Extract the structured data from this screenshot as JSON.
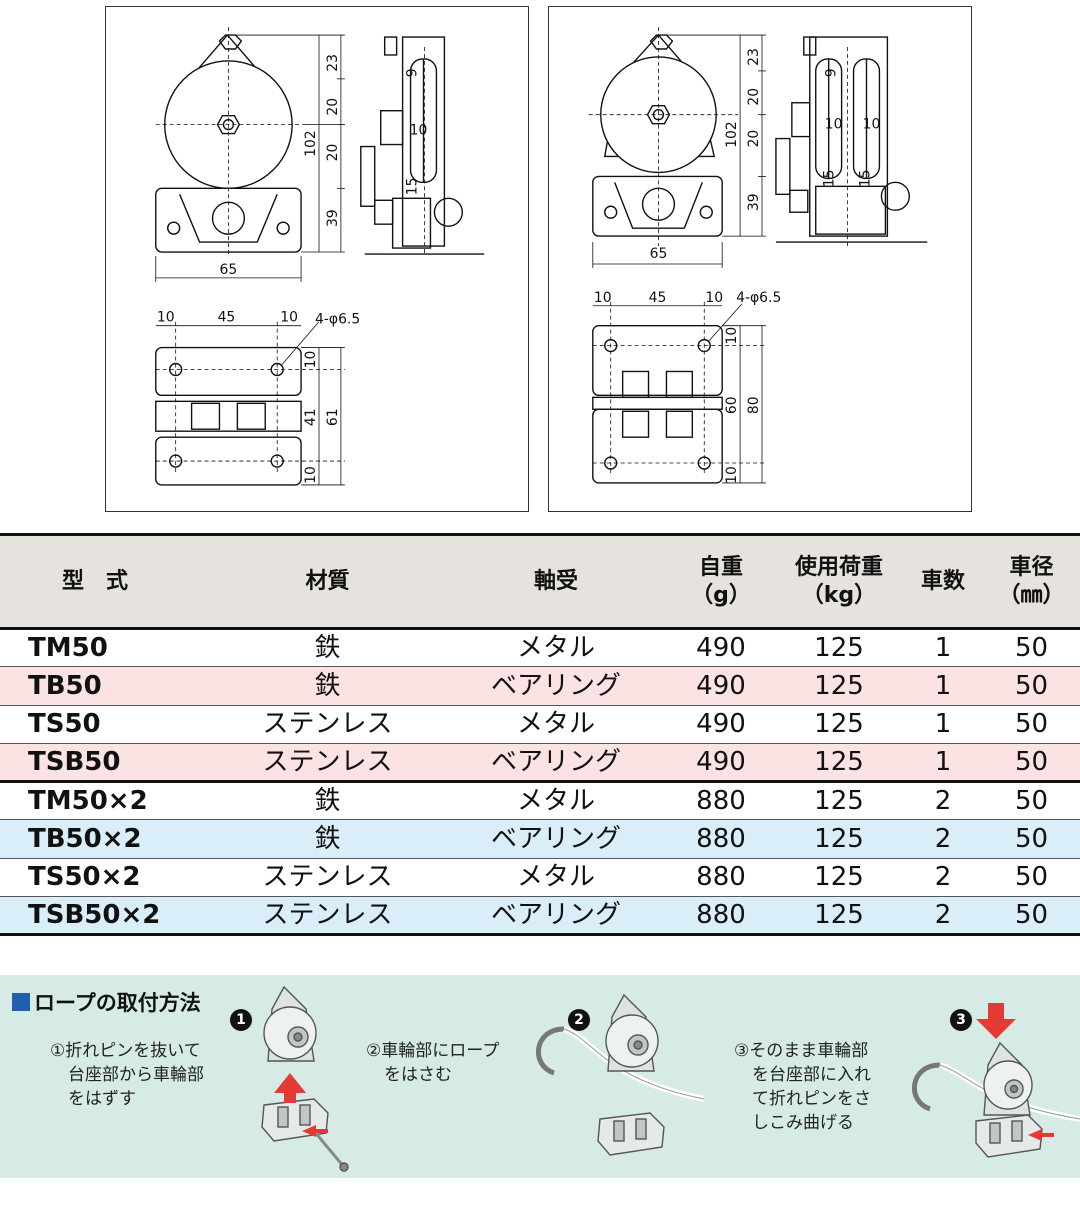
{
  "drawings": {
    "single": {
      "dims_right": [
        "23",
        "20",
        "20",
        "39"
      ],
      "dim_total": "102",
      "dim_groove": "9",
      "dim_width": "10",
      "dim_lower": "15",
      "dim_base_width": "65",
      "dim_holes": [
        "10",
        "45",
        "10"
      ],
      "hole_note": "4-φ6.5",
      "dims_plan": [
        "10",
        "41",
        "10"
      ],
      "dim_plan_total": "61"
    },
    "double": {
      "dims_right": [
        "23",
        "20",
        "20",
        "39"
      ],
      "dim_total": "102",
      "dim_groove": "9",
      "dim_width": [
        "10",
        "10"
      ],
      "dim_lower": [
        "15",
        "15"
      ],
      "dim_base_width": "65",
      "dim_holes": [
        "10",
        "45",
        "10"
      ],
      "hole_note": "4-φ6.5",
      "dims_plan": [
        "10",
        "60",
        "10"
      ],
      "dim_plan_total": "80"
    }
  },
  "table": {
    "headers": {
      "model": "型　式",
      "material": "材質",
      "bearing": "軸受",
      "weight": "自重",
      "weight_unit": "（g）",
      "load": "使用荷重",
      "load_unit": "（kg）",
      "wheels": "車数",
      "diameter": "車径",
      "diameter_unit": "（㎜）"
    },
    "rows": [
      {
        "model": "TM50",
        "material": "鉄",
        "bearing": "メタル",
        "weight": "490",
        "load": "125",
        "wheels": "1",
        "diameter": "50"
      },
      {
        "model": "TB50",
        "material": "鉄",
        "bearing": "ベアリング",
        "weight": "490",
        "load": "125",
        "wheels": "1",
        "diameter": "50"
      },
      {
        "model": "TS50",
        "material": "ステンレス",
        "bearing": "メタル",
        "weight": "490",
        "load": "125",
        "wheels": "1",
        "diameter": "50"
      },
      {
        "model": "TSB50",
        "material": "ステンレス",
        "bearing": "ベアリング",
        "weight": "490",
        "load": "125",
        "wheels": "1",
        "diameter": "50"
      },
      {
        "model": "TM50×2",
        "material": "鉄",
        "bearing": "メタル",
        "weight": "880",
        "load": "125",
        "wheels": "2",
        "diameter": "50"
      },
      {
        "model": "TB50×2",
        "material": "鉄",
        "bearing": "ベアリング",
        "weight": "880",
        "load": "125",
        "wheels": "2",
        "diameter": "50"
      },
      {
        "model": "TS50×2",
        "material": "ステンレス",
        "bearing": "メタル",
        "weight": "880",
        "load": "125",
        "wheels": "2",
        "diameter": "50"
      },
      {
        "model": "TSB50×2",
        "material": "ステンレス",
        "bearing": "ベアリング",
        "weight": "880",
        "load": "125",
        "wheels": "2",
        "diameter": "50"
      }
    ],
    "colors": {
      "pink_row": "#fbe3e3",
      "blue_row": "#d9eef8",
      "header_bg": "#e6e2dd"
    }
  },
  "rope": {
    "title": "ロープの取付方法",
    "steps": [
      {
        "badge": "❶",
        "lines": [
          "①折れピンを抜いて",
          "台座部から車輪部",
          "をはずす"
        ]
      },
      {
        "badge": "❷",
        "lines": [
          "②車輪部にロープ",
          "をはさむ"
        ]
      },
      {
        "badge": "❸",
        "lines": [
          "③そのまま車輪部",
          "を台座部に入れ",
          "て折れピンをさ",
          "しこみ曲げる"
        ]
      }
    ],
    "colors": {
      "background": "#d6ebe6",
      "accent": "#e53935",
      "title_square": "#1f5fae"
    }
  }
}
